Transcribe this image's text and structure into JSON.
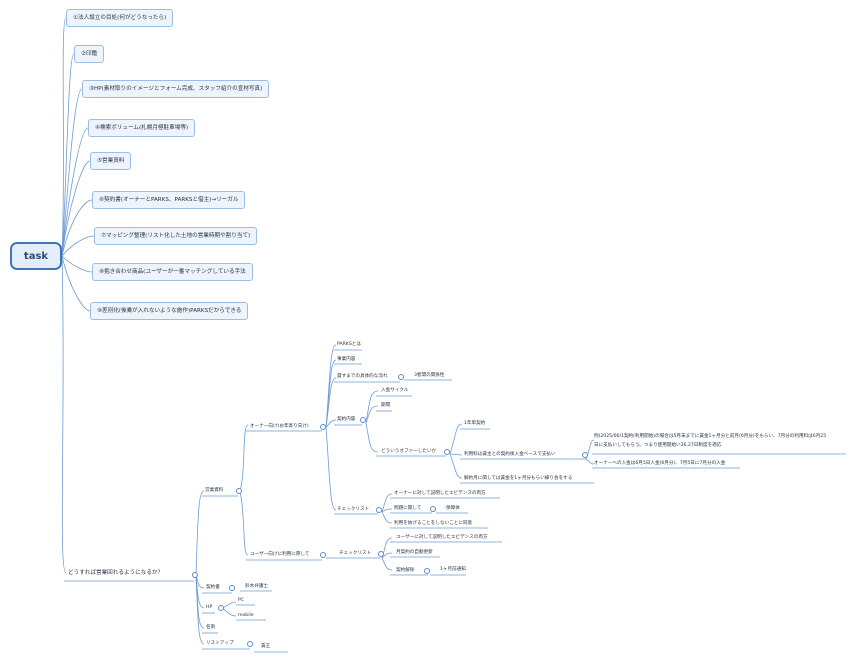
{
  "root": "task",
  "tasks": [
    "①法人設立の目処(何がどうなったら)",
    "②印鑑",
    "③HP(素材取りのイメージとフォーム完成、スタッフ紹介の宣材写真)",
    "④検索ボリューム(札幌月極駐車場等)",
    "⑤営業資料",
    "⑥契約書(オーナーとPARKS、PARKSと借主)→リーガル",
    "⑦マッピング整理(リスト化した土地の営業時期や割り当て)",
    "⑧抱き合わせ商品(ユーザーが一番マッチングしている手法",
    "⑨差別化(後乗が入れないような施作)PARKSだからできる",
    "どうすれば営業回れるようになるか？"
  ],
  "labels": {
    "sales_material": "営業資料",
    "owner": "オーナー向け(お年寄り向け)",
    "parks": "PARKSとは",
    "business": "事業内容",
    "flow": "貸すまでの具体的な流れ",
    "three_party": "3者間の関係性",
    "contract_content": "契約内容",
    "payment_cycle": "入金サイクル",
    "period": "期間",
    "offer": "どういうオファーしたいか",
    "one_year": "1年単契約",
    "rent_base": "利用料は賃主との契約後入金ベースで支払い",
    "example_line1": "例)2025/06/1契約(利用開始)の場合は5月末までに賃金1ヶ月分と前月(6月分)をもらい、7月分の利用料は6月25",
    "example_line2": "日に支払いしてもらう。つまり使用開始い26,27日制度を適応",
    "owner_deposit": "オーナーへの入金は6月5日入金(6月分)、7月5日に7月分の入金",
    "cancel_rule": "解約月に関しては賃金を1ヶ月分もらい繰り会をする",
    "checklist": "チェックリスト",
    "owner_explain": "オーナーに対して説明したエビデンスの両方",
    "issue": "問題に関して",
    "guarantor": "保障体",
    "obstruct": "利用を妨げることをしないことに同意",
    "user": "ユーザー向けに利用に際して",
    "user_checklist": "チェックリスト",
    "user_explain": "ユーザーに対して説明したエビデンスの両方",
    "monthly_renewal": "月契約の自動更新",
    "cancellation": "契約解除",
    "one_month_notice": "1ヶ月前通知",
    "contract_doc": "契約書",
    "lawyer": "鈴木弁護士",
    "hp": "HP",
    "pc": "PC",
    "mobile": "mobile",
    "card": "名刺",
    "listup": "リストアップ",
    "kenji": "賃王"
  }
}
